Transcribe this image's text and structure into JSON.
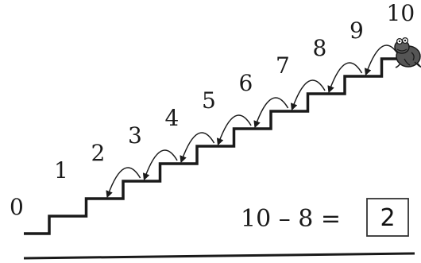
{
  "step_numbers": [
    "0",
    "1",
    "2",
    "3",
    "4",
    "5",
    "6",
    "7",
    "8",
    "9",
    "10"
  ],
  "equation": {
    "expression": "10 – 8 =",
    "answer": "2"
  },
  "hops": {
    "from": 10,
    "to": 2
  },
  "character": "frog-icon",
  "colors": {
    "ink": "#1a1a1a",
    "frog": "#555555"
  }
}
